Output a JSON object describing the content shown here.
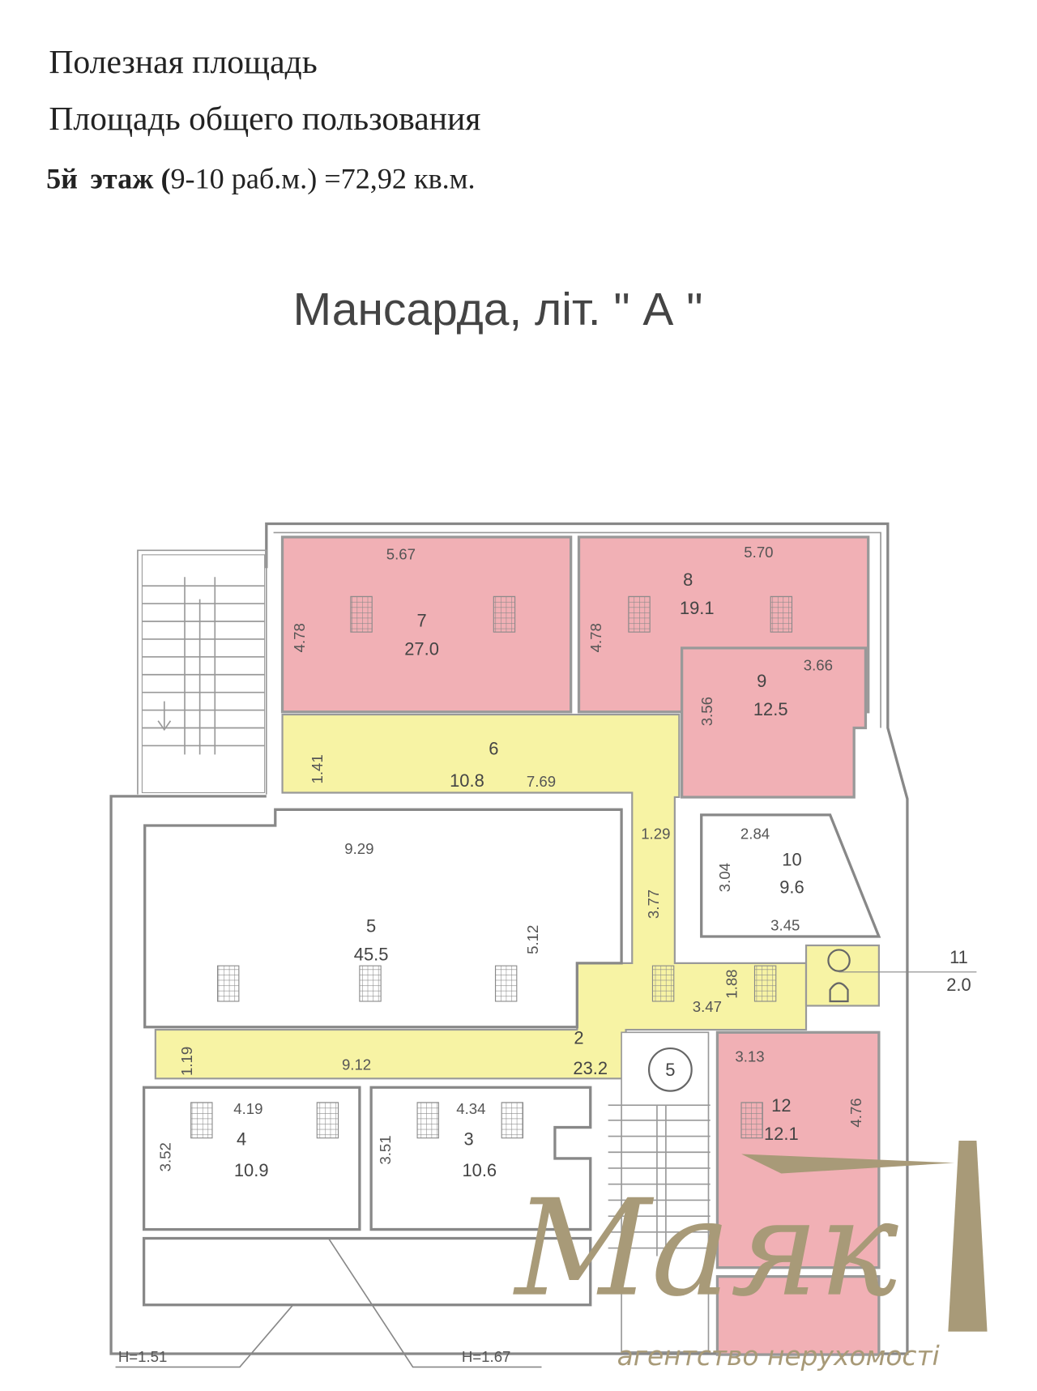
{
  "header": {
    "line1": "Полезная площадь",
    "line2": "Площадь общего пользования",
    "line3_bold1": "5й",
    "line3_bold2": "этаж (",
    "line3_rest": "9-10 раб.м.) =72,92 кв.м."
  },
  "plan_title": "Мансарда, літ. \" А \"",
  "colors": {
    "useful_area": "#f1b0b5",
    "common_area": "#f7f3a4",
    "logo": "#a89a78"
  },
  "rooms": [
    {
      "no": "7",
      "area": "27.0",
      "dims": [
        "5.67",
        "4.78"
      ]
    },
    {
      "no": "8",
      "area": "19.1",
      "dims": [
        "5.70",
        "4.78"
      ]
    },
    {
      "no": "9",
      "area": "12.5",
      "dims": [
        "3.66",
        "3.56"
      ]
    },
    {
      "no": "6",
      "area": "10.8",
      "dims": [
        "7.69",
        "1.41"
      ]
    },
    {
      "no": "5",
      "area": "45.5",
      "dims": [
        "9.29",
        "5.12"
      ]
    },
    {
      "no": "10",
      "area": "9.6",
      "dims": [
        "2.84",
        "3.04",
        "3.45"
      ]
    },
    {
      "no": "11",
      "area": "2.0",
      "dims": []
    },
    {
      "no": "2",
      "area": "23.2",
      "dims": [
        "9.12",
        "1.19",
        "3.47",
        "1.88",
        "1.29",
        "3.77"
      ]
    },
    {
      "no": "12",
      "area": "12.1",
      "dims": [
        "3.13",
        "4.76"
      ]
    },
    {
      "no": "4",
      "area": "10.9",
      "dims": [
        "4.19",
        "3.52"
      ]
    },
    {
      "no": "3",
      "area": "10.6",
      "dims": [
        "4.34",
        "3.51"
      ]
    }
  ],
  "stair_marker": "5",
  "heights": [
    "H=1.51",
    "H=1.67"
  ],
  "logo": {
    "name": "Маяк",
    "tagline": "агентство нерухомості"
  }
}
